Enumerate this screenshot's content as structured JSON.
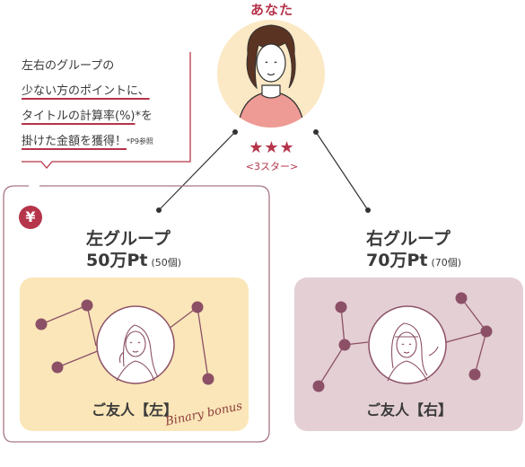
{
  "you": {
    "label": "あなた",
    "stars": "★★★",
    "star_caption": "<3スター>"
  },
  "note": {
    "line1": "左右のグループの",
    "line2": "少ない方のポイントに、",
    "line3a": "タイトルの計算率(%)",
    "line3b": "*を",
    "line4": "掛けた金額を獲得！",
    "ref": "*P9参照"
  },
  "left_group": {
    "title": "左グループ",
    "points": "50万Pt",
    "count": "(50個)",
    "friend": "ご友人【左】"
  },
  "right_group": {
    "title": "右グループ",
    "points": "70万Pt",
    "count": "(70個)",
    "friend": "ご友人【右】"
  },
  "yen_symbol": "¥",
  "bonus_label": "Binary bonus",
  "colors": {
    "accent": "#b5354b",
    "left_panel": "#fae6b8",
    "right_panel": "#e3cfd4",
    "node": "#8c5066",
    "avatar_bg": "#fbe8c4"
  }
}
